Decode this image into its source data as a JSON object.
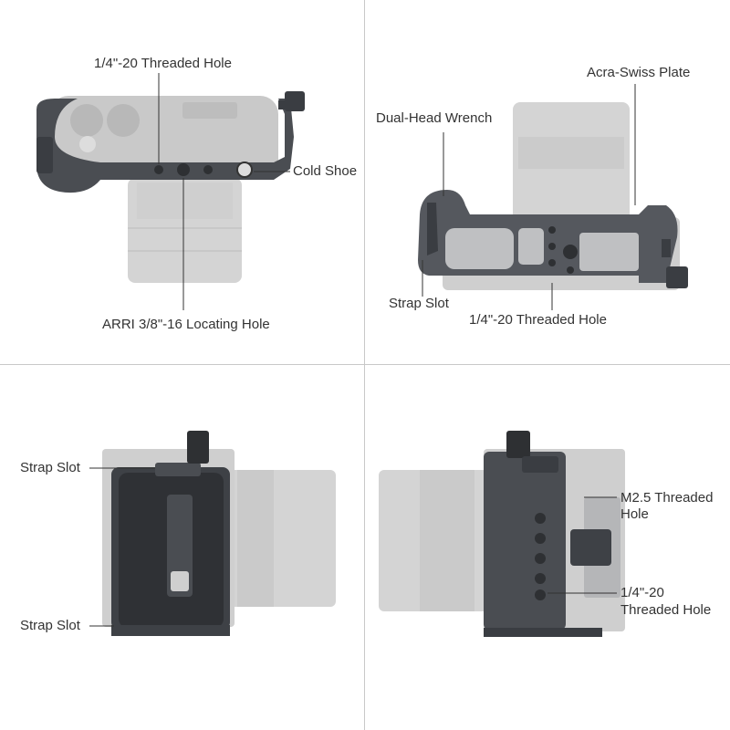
{
  "panels": {
    "top_view": {
      "threaded_hole": "1/4\"-20 Threaded Hole",
      "cold_shoe": "Cold Shoe",
      "locating_hole": "ARRI 3/8\"-16 Locating Hole"
    },
    "bottom_view": {
      "acra_swiss": "Acra-Swiss Plate",
      "wrench": "Dual-Head Wrench",
      "strap_slot": "Strap Slot",
      "threaded_hole": "1/4\"-20 Threaded Hole"
    },
    "left_side": {
      "strap_slot_top": "Strap Slot",
      "strap_slot_bottom": "Strap Slot"
    },
    "right_side": {
      "m25_line1": "M2.5 Threaded",
      "m25_line2": "Hole",
      "quarter_line1": "1/4\"-20",
      "quarter_line2": "Threaded Hole"
    }
  },
  "colors": {
    "cage_dark": "#4a4d52",
    "cage_mid": "#6b6f75",
    "camera_gray": "#c9c9c9",
    "divider": "#c8c8c8"
  }
}
